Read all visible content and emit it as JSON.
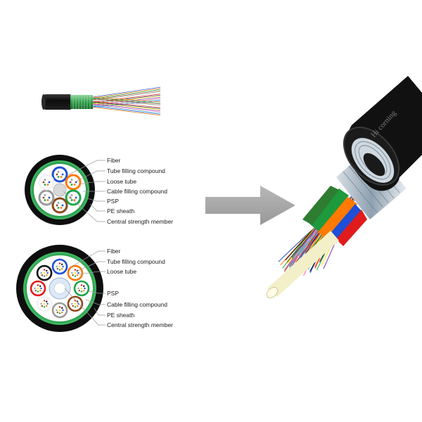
{
  "diagram_top": {
    "labels": [
      "Fiber",
      "Tube filling compound",
      "Loose tube",
      "Cable filling  compound",
      "PSP",
      "PE  sheath",
      "Central strength member"
    ]
  },
  "diagram_bottom": {
    "labels": [
      "Fiber",
      "Tube filling compound",
      "Loose tube",
      "PSP",
      "Cable filling compound",
      "PE  sheath",
      "Central strength member"
    ]
  },
  "watermark": "Hi corning",
  "colors": {
    "sheath": "#121212",
    "psp_green": "#1e9a3c",
    "arrow": "#a8a8a8",
    "leader_line": "#9a9a9a"
  },
  "fiber_colors": [
    "#1f4fd6",
    "#ff7a00",
    "#1aa64a",
    "#8b4a1e",
    "#9a9a9a",
    "#f2f2f2",
    "#e01b1b",
    "#111111",
    "#f5e100",
    "#7a3db8",
    "#ff63b0",
    "#29c4d9"
  ],
  "tube_colors": [
    "#1f4fd6",
    "#ff7a00",
    "#1aa64a",
    "#8b4a1e",
    "#9a9a9a",
    "#f2f2f2",
    "#e01b1b",
    "#111111"
  ]
}
